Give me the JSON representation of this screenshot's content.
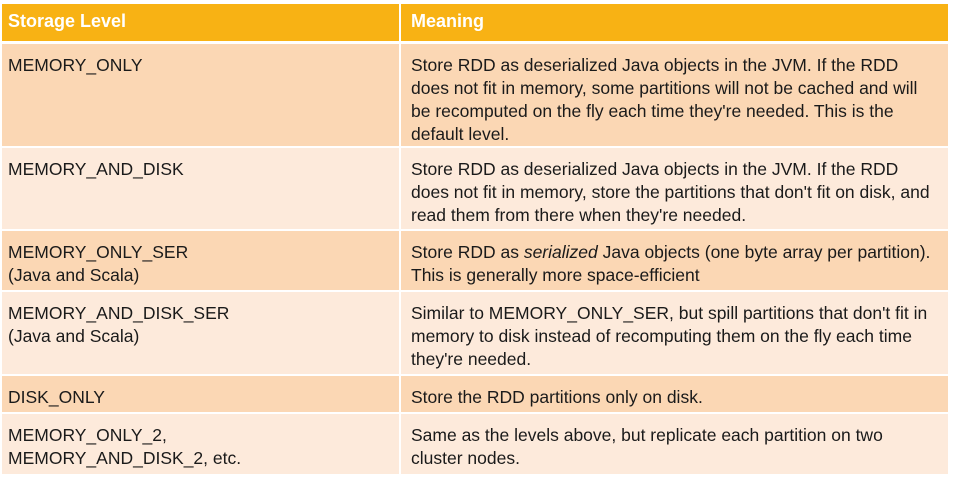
{
  "table": {
    "headers": {
      "level": "Storage Level",
      "meaning": "Meaning"
    },
    "rows": [
      {
        "level": "MEMORY_ONLY",
        "level_note": "",
        "meaning_pre": "Store RDD as deserialized Java objects in the JVM. If the RDD does not fit in memory, some partitions will not be cached and will be recomputed on the fly each time they're needed. This is the default level.",
        "meaning_em": "",
        "meaning_post": ""
      },
      {
        "level": "MEMORY_AND_DISK",
        "level_note": "",
        "meaning_pre": "Store RDD as deserialized Java objects in the JVM. If the RDD does not fit in memory, store the partitions that don't fit on disk, and read them from there when they're needed.",
        "meaning_em": "",
        "meaning_post": ""
      },
      {
        "level": "MEMORY_ONLY_SER",
        "level_note": "(Java and Scala)",
        "meaning_pre": "Store RDD as ",
        "meaning_em": "serialized",
        "meaning_post": " Java objects (one byte array per partition). This is generally more space-efficient"
      },
      {
        "level": "MEMORY_AND_DISK_SER",
        "level_note": "(Java and Scala)",
        "meaning_pre": "Similar to MEMORY_ONLY_SER, but spill partitions that don't fit in memory to disk instead of recomputing them on the fly each time they're needed.",
        "meaning_em": "",
        "meaning_post": ""
      },
      {
        "level": "DISK_ONLY",
        "level_note": "",
        "meaning_pre": "Store the RDD partitions only on disk.",
        "meaning_em": "",
        "meaning_post": ""
      },
      {
        "level": "MEMORY_ONLY_2,",
        "level_note": "MEMORY_AND_DISK_2, etc.",
        "meaning_pre": "Same as the levels above, but replicate each partition on two cluster nodes.",
        "meaning_em": "",
        "meaning_post": ""
      }
    ]
  }
}
